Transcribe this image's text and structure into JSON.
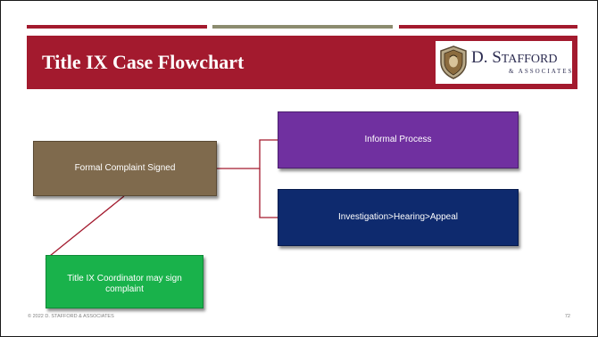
{
  "slide": {
    "title": "Title IX Case Flowchart",
    "logo": {
      "main": "D. Stafford",
      "sub": "& Associates",
      "icon": "shield-crest-icon"
    },
    "footer": "© 2022 D. STAFFORD & ASSOCIATES",
    "page_number": "72"
  },
  "flowchart": {
    "nodes": {
      "formal": "Formal Complaint Signed",
      "informal": "Informal Process",
      "investigation": "Investigation>Hearing>Appeal",
      "coordinator": "Title IX Coordinator may sign complaint"
    },
    "edges": [
      {
        "from": "formal",
        "to": "informal"
      },
      {
        "from": "formal",
        "to": "investigation"
      },
      {
        "from": "coordinator",
        "to": "formal"
      }
    ]
  },
  "colors": {
    "title_bar": "#a31a2e",
    "accent_stripe": "#8c8c6f",
    "formal": "#7f6a4d",
    "informal": "#7030a0",
    "investigation": "#0e2a6e",
    "coordinator": "#19b24b",
    "connector": "#a31a2e"
  }
}
